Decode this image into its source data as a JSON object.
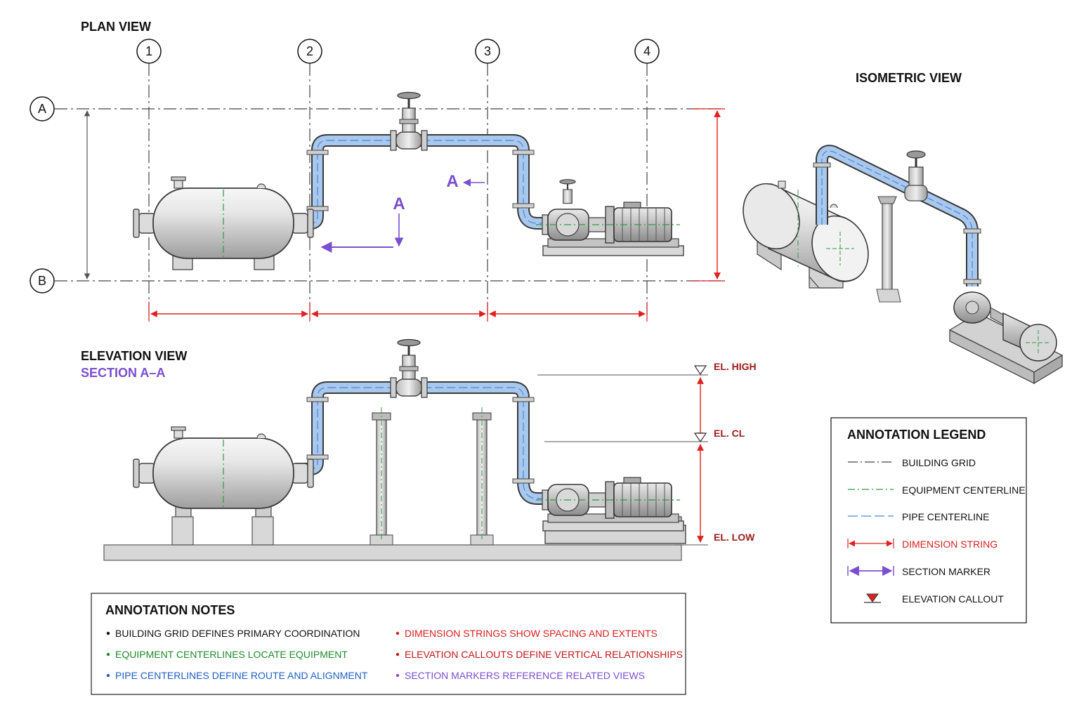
{
  "views": {
    "plan": "PLAN VIEW",
    "elevation": "ELEVATION VIEW",
    "section": "SECTION A–A",
    "isometric": "ISOMETRIC VIEW"
  },
  "grid": {
    "columns": [
      "1",
      "2",
      "3",
      "4"
    ],
    "rows": [
      "A",
      "B"
    ]
  },
  "section_marker_letter": "A",
  "elevations": {
    "high": "EL. HIGH",
    "cl": "EL. CL",
    "low": "EL. LOW"
  },
  "legend": {
    "title": "ANNOTATION LEGEND",
    "items": [
      "BUILDING GRID",
      "EQUIPMENT CENTERLINE",
      "PIPE CENTERLINE",
      "DIMENSION STRING",
      "SECTION MARKER",
      "ELEVATION CALLOUT"
    ]
  },
  "notes": {
    "title": "ANNOTATION NOTES",
    "items": [
      "BUILDING GRID DEFINES PRIMARY COORDINATION",
      "EQUIPMENT CENTERLINES LOCATE EQUIPMENT",
      "PIPE CENTERLINES DEFINE ROUTE AND ALIGNMENT",
      "DIMENSION STRINGS SHOW SPACING AND EXTENTS",
      "ELEVATION CALLOUTS DEFINE VERTICAL RELATIONSHIPS",
      "SECTION MARKERS REFERENCE RELATED VIEWS"
    ]
  },
  "colors": {
    "grid": "#444444",
    "equipment_centerline": "#2e9a3e",
    "pipe_fill": "#a9c8ee",
    "pipe_centerline": "#4a86d4",
    "dimension": "#e02020",
    "elevation_text": "#9a1c1c",
    "section": "#7a4fd0",
    "note_black": "#111111",
    "note_green": "#1f8a2a",
    "note_blue": "#1f5fc4",
    "note_red": "#d82020",
    "note_darkred": "#c01818",
    "note_purple": "#7a4fd0"
  }
}
